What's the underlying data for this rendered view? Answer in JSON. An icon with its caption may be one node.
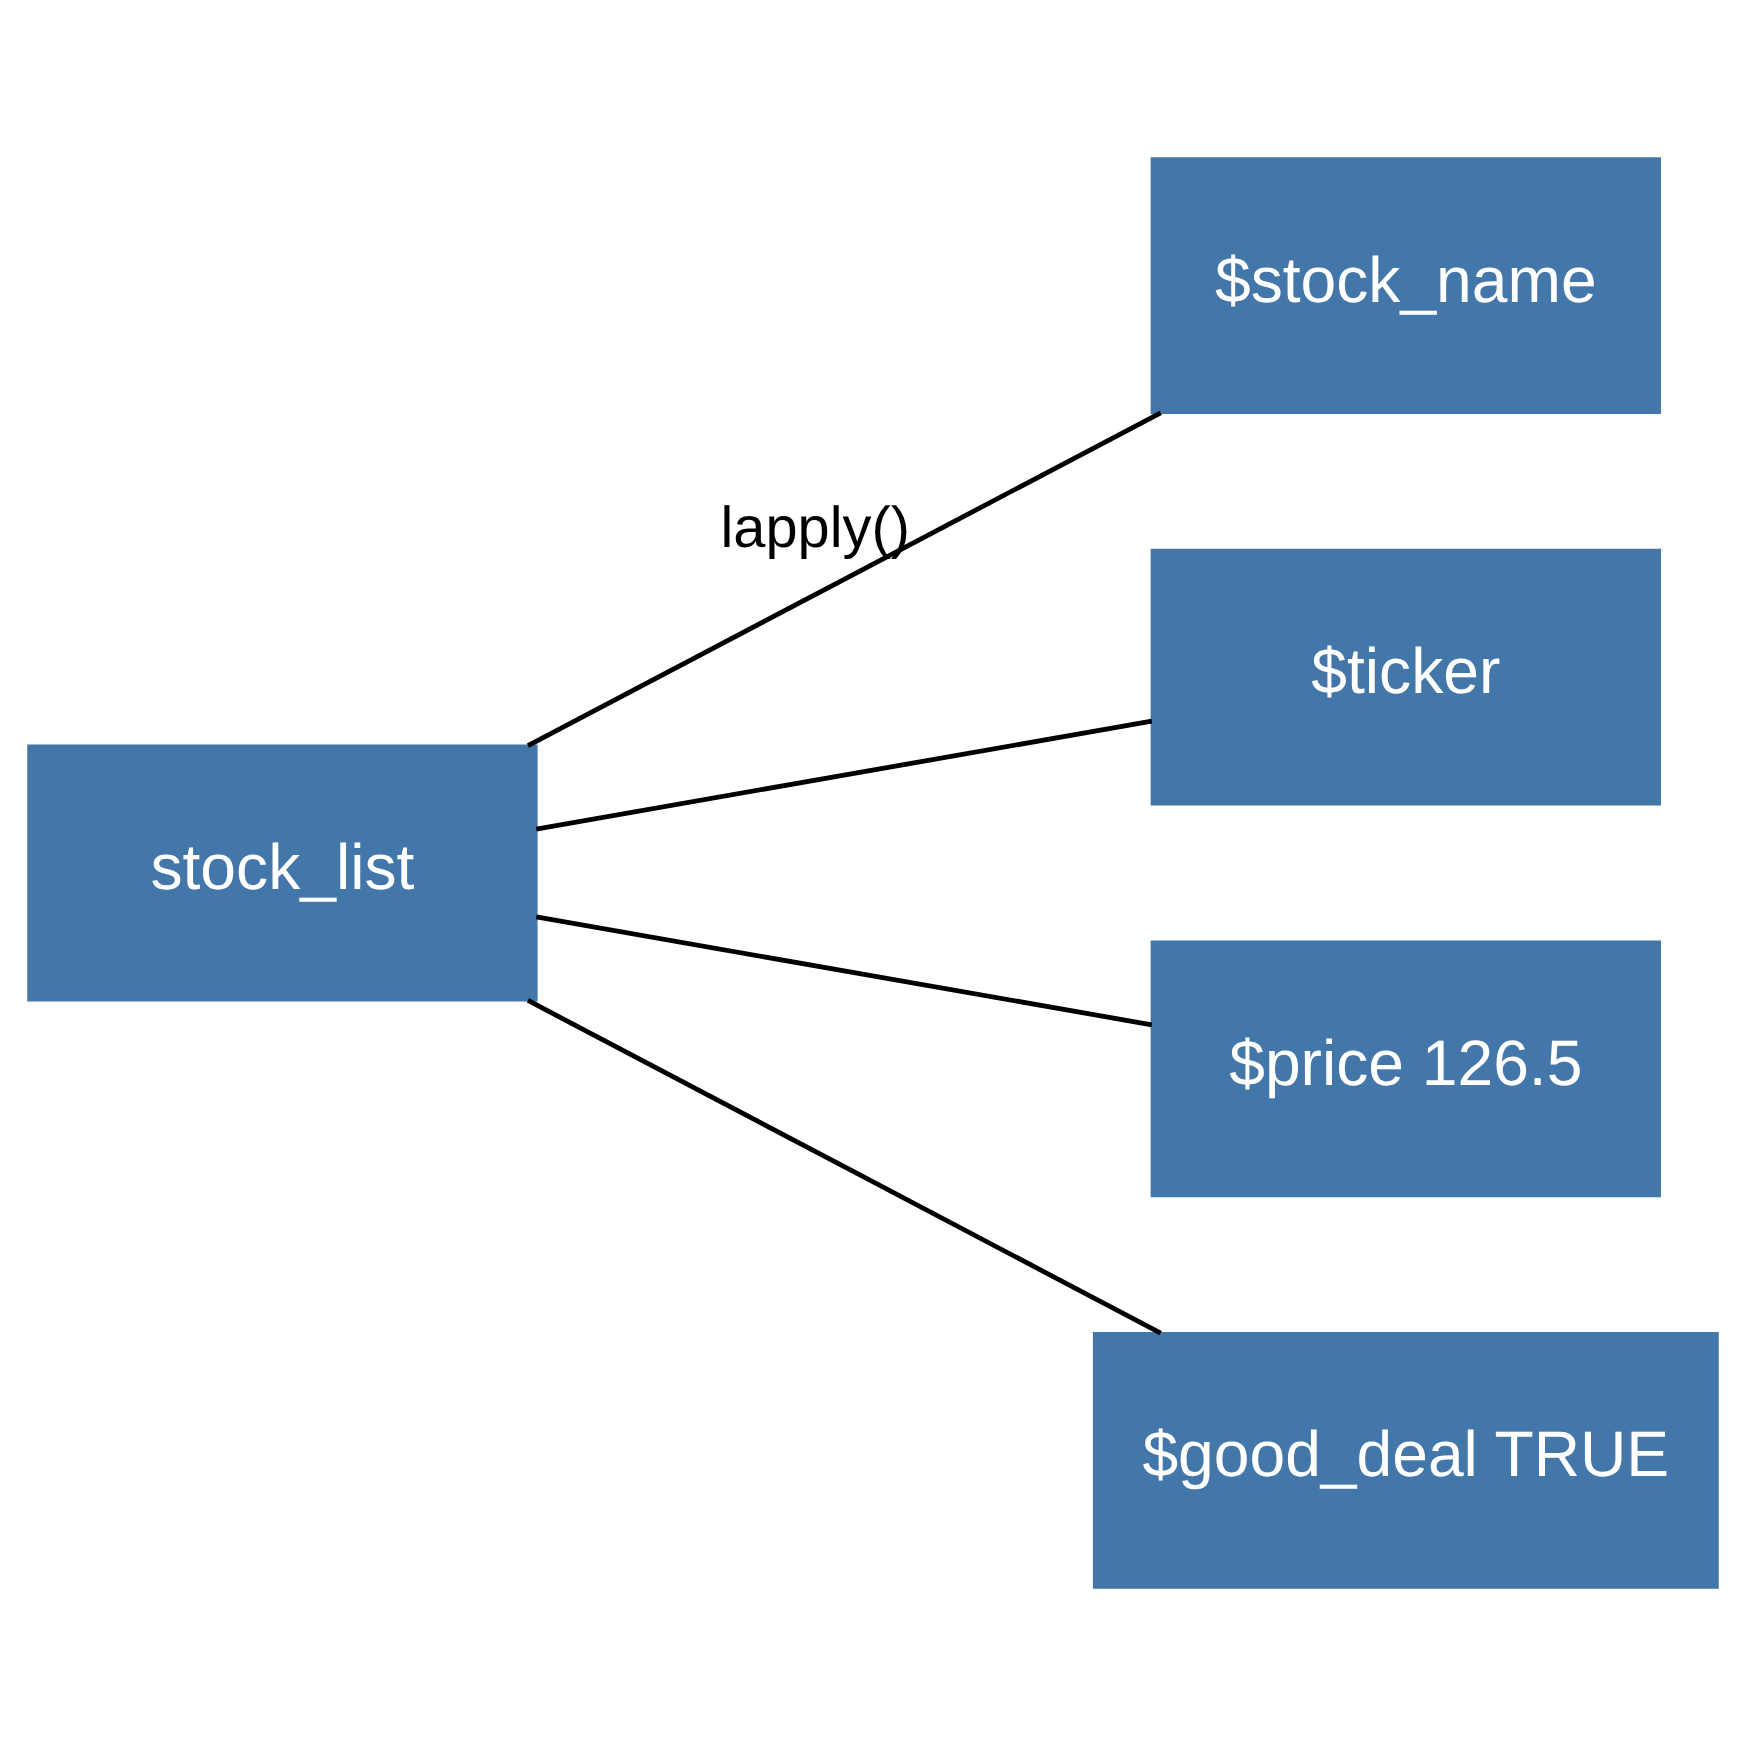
{
  "diagram": {
    "nodes": [
      {
        "text": [
          "stock_list"
        ]
      },
      {
        "text": [
          "$stock_name"
        ]
      },
      {
        "text": [
          "$ticker"
        ]
      },
      {
        "text": [
          "$price 126.5"
        ]
      },
      {
        "text": [
          "$good_deal TRUE"
        ]
      }
    ],
    "edges": [
      {
        "from": 0,
        "to": 1,
        "arrow": "none",
        "label": "lapply()"
      },
      {
        "from": 0,
        "to": 2,
        "arrow": "none"
      },
      {
        "from": 0,
        "to": 3,
        "arrow": "none"
      },
      {
        "from": 0,
        "to": 4,
        "arrow": "none"
      }
    ]
  }
}
